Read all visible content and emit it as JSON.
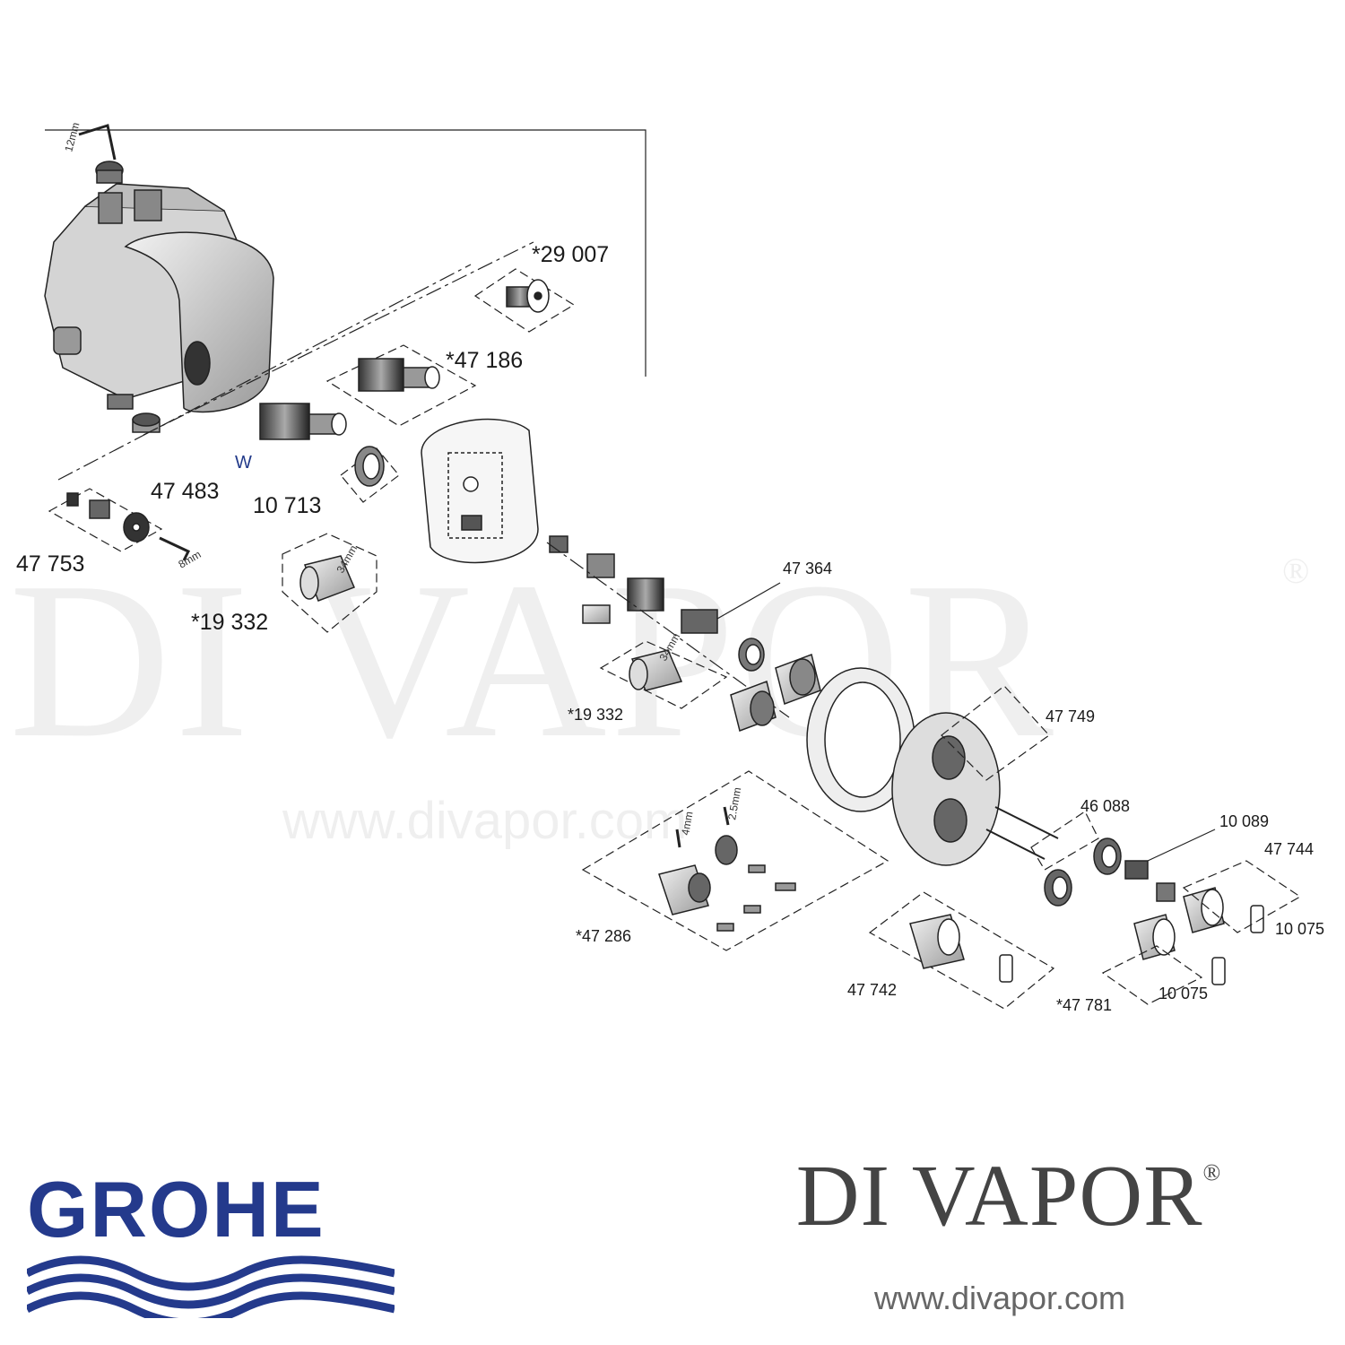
{
  "watermark": {
    "text": "DI VAPOR",
    "reg": "®",
    "url": "www.divapor.com"
  },
  "brand": {
    "name": "DI VAPOR",
    "reg": "®",
    "url": "www.divapor.com"
  },
  "logo": {
    "text": "GROHE",
    "color": "#243a8c"
  },
  "tools": [
    "12mm",
    "8mm",
    "34mm",
    "34mm",
    "2.5mm",
    "4mm"
  ],
  "parts": [
    {
      "id": "p29007",
      "label": "*29 007"
    },
    {
      "id": "p47186",
      "label": "*47 186"
    },
    {
      "id": "pW",
      "label": "W"
    },
    {
      "id": "p47483",
      "label": "47 483"
    },
    {
      "id": "p10713",
      "label": "10 713"
    },
    {
      "id": "p47753",
      "label": "47 753"
    },
    {
      "id": "p19332a",
      "label": "*19 332"
    },
    {
      "id": "p47364",
      "label": "47 364"
    },
    {
      "id": "p19332b",
      "label": "*19 332"
    },
    {
      "id": "p47749",
      "label": "47 749"
    },
    {
      "id": "p46088",
      "label": "46 088"
    },
    {
      "id": "p10089",
      "label": "10 089"
    },
    {
      "id": "p47744",
      "label": "47 744"
    },
    {
      "id": "p10075a",
      "label": "10 075"
    },
    {
      "id": "p47781",
      "label": "*47 781"
    },
    {
      "id": "p47286",
      "label": "*47 286"
    },
    {
      "id": "p47742",
      "label": "47 742"
    },
    {
      "id": "p10075b",
      "label": "10 075"
    }
  ]
}
